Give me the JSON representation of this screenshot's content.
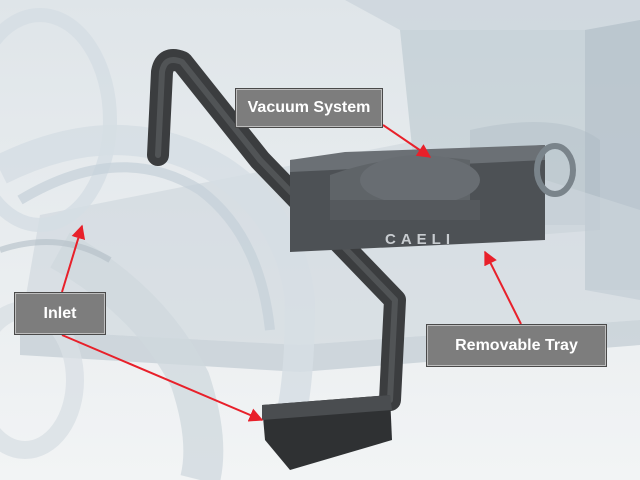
{
  "callouts": {
    "vacuum_system": "Vacuum System",
    "inlet": "Inlet",
    "removable_tray": "Removable Tray"
  },
  "device_brand": "CAELI",
  "colors": {
    "arrow": "#e8202a",
    "callout_fill": "#7d7d7d",
    "tube": "#3b3d3f",
    "housing": "#cfd8de"
  }
}
